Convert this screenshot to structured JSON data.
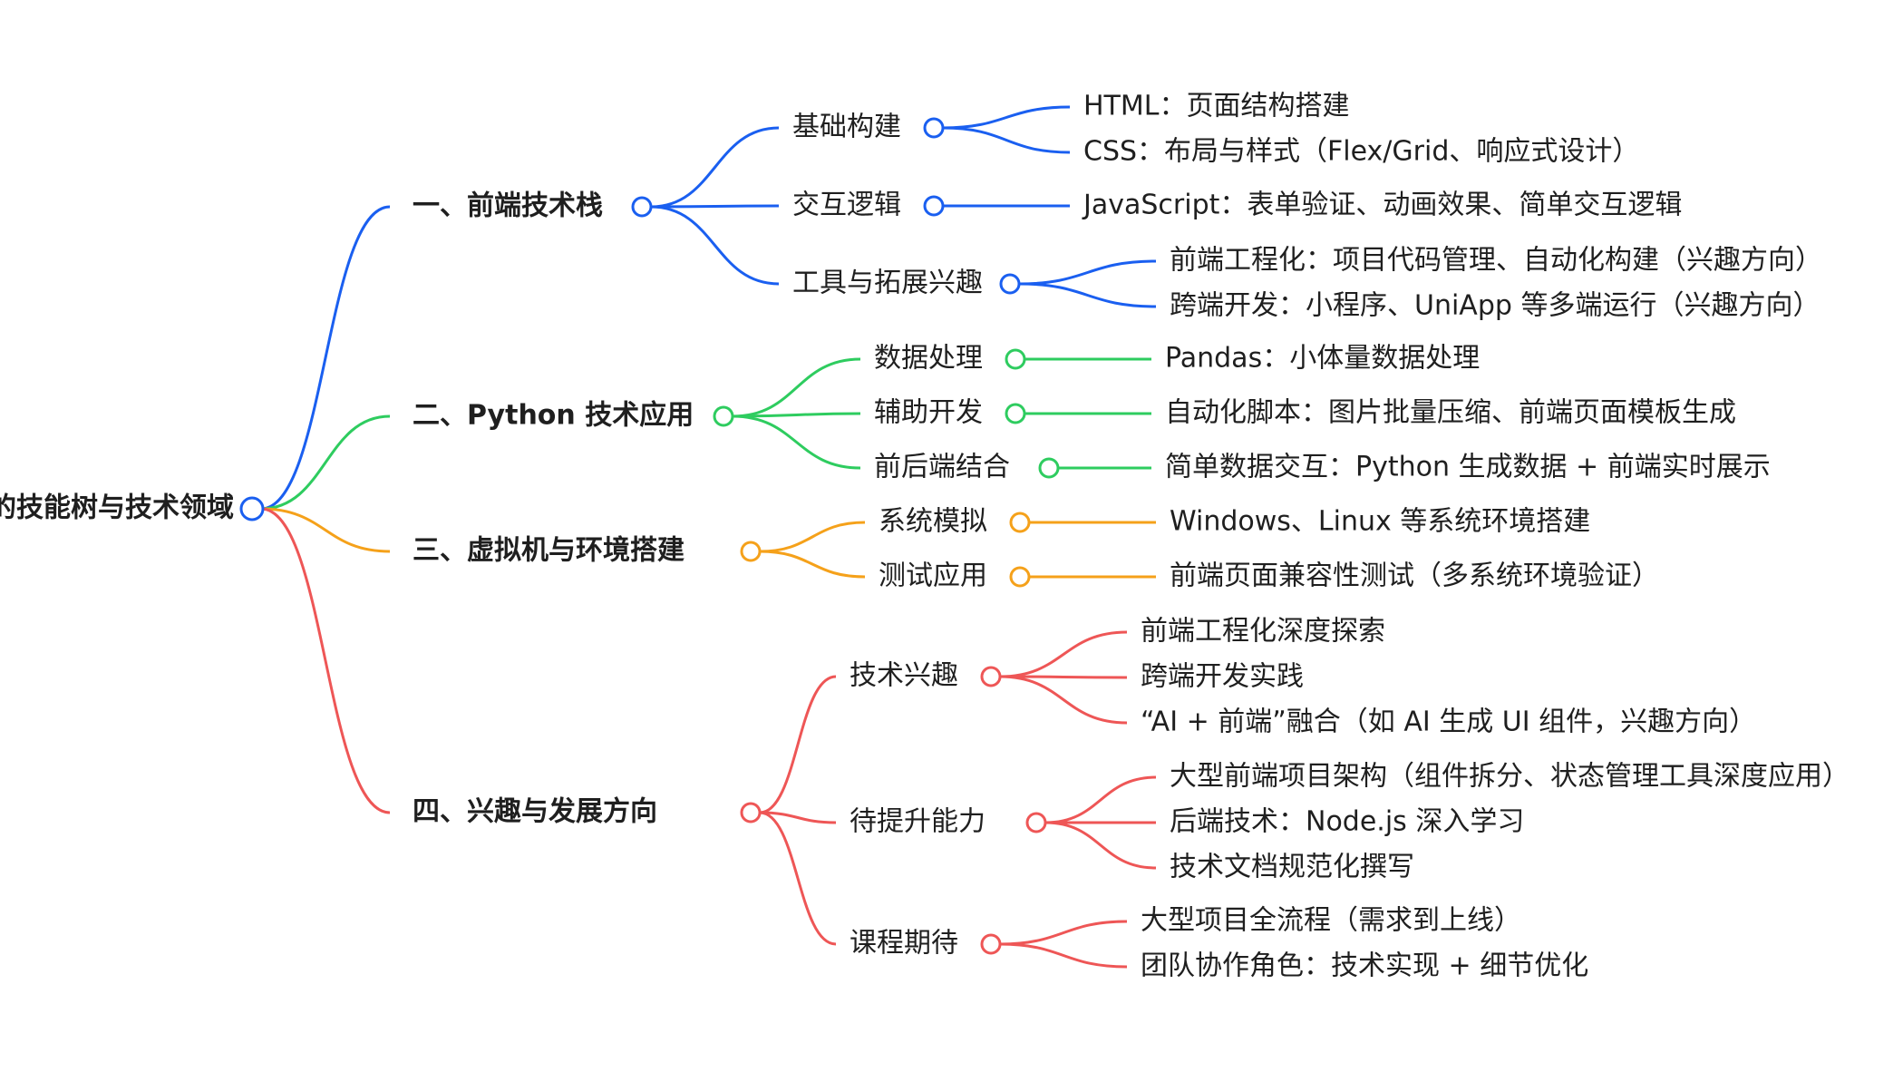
{
  "colors": {
    "blue": "#1a5ff0",
    "green": "#2ecc5f",
    "orange": "#f5a11a",
    "red": "#ee5656",
    "text": "#1f1f1f"
  },
  "mindmap": {
    "root": {
      "label": "的技能树与技术领域",
      "color": "blue"
    },
    "branches": [
      {
        "label": "一、前端技术栈",
        "color": "blue",
        "children": [
          {
            "label": "基础构建",
            "children": [
              "HTML：页面结构搭建",
              "CSS：布局与样式（Flex/Grid、响应式设计）"
            ]
          },
          {
            "label": "交互逻辑",
            "children": [
              "JavaScript：表单验证、动画效果、简单交互逻辑"
            ]
          },
          {
            "label": "工具与拓展兴趣",
            "children": [
              "前端工程化：项目代码管理、自动化构建（兴趣方向）",
              "跨端开发：小程序、UniApp 等多端运行（兴趣方向）"
            ]
          }
        ]
      },
      {
        "label": "二、Python 技术应用",
        "color": "green",
        "children": [
          {
            "label": "数据处理",
            "children": [
              "Pandas：小体量数据处理"
            ]
          },
          {
            "label": "辅助开发",
            "children": [
              "自动化脚本：图片批量压缩、前端页面模板生成"
            ]
          },
          {
            "label": "前后端结合",
            "children": [
              "简单数据交互：Python 生成数据 + 前端实时展示"
            ]
          }
        ]
      },
      {
        "label": "三、虚拟机与环境搭建",
        "color": "orange",
        "children": [
          {
            "label": "系统模拟",
            "children": [
              "Windows、Linux 等系统环境搭建"
            ]
          },
          {
            "label": "测试应用",
            "children": [
              "前端页面兼容性测试（多系统环境验证）"
            ]
          }
        ]
      },
      {
        "label": "四、兴趣与发展方向",
        "color": "red",
        "children": [
          {
            "label": "技术兴趣",
            "children": [
              "前端工程化深度探索",
              "跨端开发实践",
              "“AI + 前端”融合（如 AI 生成 UI 组件，兴趣方向）"
            ]
          },
          {
            "label": "待提升能力",
            "children": [
              "大型前端项目架构（组件拆分、状态管理工具深度应用）",
              "后端技术：Node.js 深入学习",
              "技术文档规范化撰写"
            ]
          },
          {
            "label": "课程期待",
            "children": [
              "大型项目全流程（需求到上线）",
              "团队协作角色：技术实现 + 细节优化"
            ]
          }
        ]
      }
    ]
  }
}
